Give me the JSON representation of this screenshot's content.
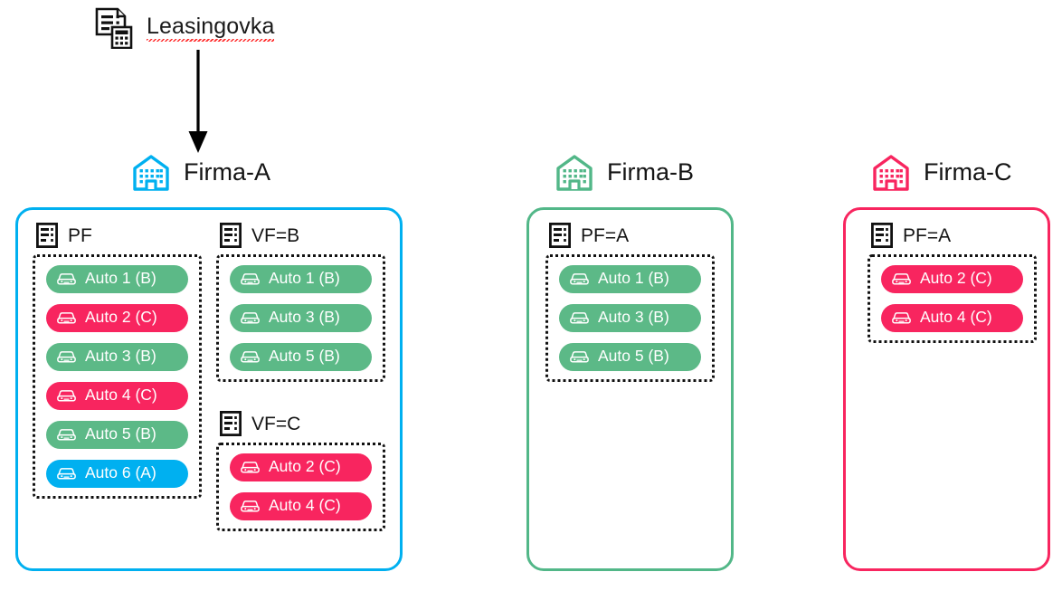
{
  "diagram": {
    "source": {
      "label": "Leasingovka",
      "icon": "document-calculator-icon",
      "spellcheck_underline": true
    },
    "arrow": {
      "icon": "down-arrow-icon",
      "color": "#000000"
    },
    "colors": {
      "company_a": "#00b0f0",
      "company_b": "#52b788",
      "company_c": "#f8255f",
      "pill_green": "#5cb987",
      "pill_pink": "#f8255f",
      "pill_blue": "#00b0f0",
      "dotted_border": "#111111",
      "text": "#141414"
    },
    "companies": [
      {
        "id": "firma-a",
        "name": "Firma-A",
        "icon": "office-building-icon",
        "accent": "#00b0f0",
        "groups": [
          {
            "id": "pf",
            "title": "PF",
            "icon": "document-icon",
            "items": [
              {
                "label": "Auto 1 (B)",
                "color": "green",
                "icon": "car-icon"
              },
              {
                "label": "Auto 2 (C)",
                "color": "pink",
                "icon": "car-icon"
              },
              {
                "label": "Auto 3 (B)",
                "color": "green",
                "icon": "car-icon"
              },
              {
                "label": "Auto 4 (C)",
                "color": "pink",
                "icon": "car-icon"
              },
              {
                "label": "Auto 5 (B)",
                "color": "green",
                "icon": "car-icon"
              },
              {
                "label": "Auto 6 (A)",
                "color": "blue",
                "icon": "car-icon"
              }
            ]
          },
          {
            "id": "vf-b",
            "title": "VF=B",
            "icon": "document-icon",
            "items": [
              {
                "label": "Auto 1 (B)",
                "color": "green",
                "icon": "car-icon"
              },
              {
                "label": "Auto 3 (B)",
                "color": "green",
                "icon": "car-icon"
              },
              {
                "label": "Auto 5 (B)",
                "color": "green",
                "icon": "car-icon"
              }
            ]
          },
          {
            "id": "vf-c",
            "title": "VF=C",
            "icon": "document-icon",
            "items": [
              {
                "label": "Auto 2 (C)",
                "color": "pink",
                "icon": "car-icon"
              },
              {
                "label": "Auto 4 (C)",
                "color": "pink",
                "icon": "car-icon"
              }
            ]
          }
        ]
      },
      {
        "id": "firma-b",
        "name": "Firma-B",
        "icon": "office-building-icon",
        "accent": "#52b788",
        "groups": [
          {
            "id": "pf-a",
            "title": "PF=A",
            "icon": "document-icon",
            "items": [
              {
                "label": "Auto 1 (B)",
                "color": "green",
                "icon": "car-icon"
              },
              {
                "label": "Auto 3 (B)",
                "color": "green",
                "icon": "car-icon"
              },
              {
                "label": "Auto 5 (B)",
                "color": "green",
                "icon": "car-icon"
              }
            ]
          }
        ]
      },
      {
        "id": "firma-c",
        "name": "Firma-C",
        "icon": "office-building-icon",
        "accent": "#f8255f",
        "groups": [
          {
            "id": "pf-a",
            "title": "PF=A",
            "icon": "document-icon",
            "items": [
              {
                "label": "Auto 2 (C)",
                "color": "pink",
                "icon": "car-icon"
              },
              {
                "label": "Auto 4 (C)",
                "color": "pink",
                "icon": "car-icon"
              }
            ]
          }
        ]
      }
    ]
  }
}
